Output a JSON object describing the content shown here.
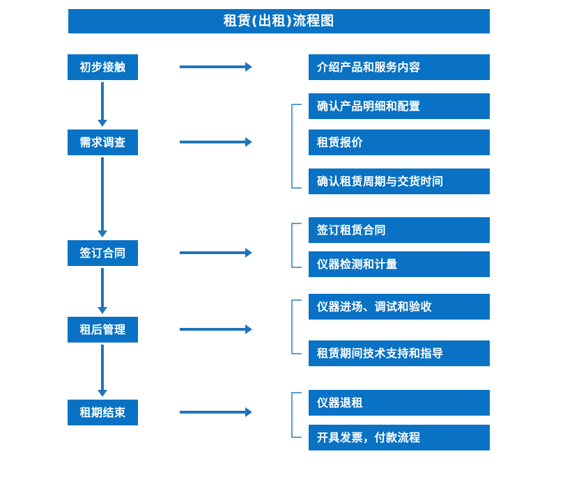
{
  "diagram": {
    "title": "租赁(出租)流程图",
    "colors": {
      "box_blue": "#0a72c4",
      "arrow_blue": "#1F74BC",
      "bracket_blue": "#5B9BD5",
      "text_white": "#ffffff",
      "background": "#ffffff"
    },
    "stages": [
      {
        "id": "stage-1",
        "label": "初步接触"
      },
      {
        "id": "stage-2",
        "label": "需求调查"
      },
      {
        "id": "stage-3",
        "label": "签订合同"
      },
      {
        "id": "stage-4",
        "label": "租后管理"
      },
      {
        "id": "stage-5",
        "label": "租期结束"
      }
    ],
    "details": [
      {
        "id": "detail-1-1",
        "label": "介绍产品和服务内容"
      },
      {
        "id": "detail-2-1",
        "label": "确认产品明细和配置"
      },
      {
        "id": "detail-2-2",
        "label": "租赁报价"
      },
      {
        "id": "detail-2-3",
        "label": "确认租赁周期与交货时间"
      },
      {
        "id": "detail-3-1",
        "label": "签订租赁合同"
      },
      {
        "id": "detail-3-2",
        "label": "仪器检测和计量"
      },
      {
        "id": "detail-4-1",
        "label": "仪器进场、调试和验收"
      },
      {
        "id": "detail-4-2",
        "label": "租赁期间技术支持和指导"
      },
      {
        "id": "detail-5-1",
        "label": "仪器退租"
      },
      {
        "id": "detail-5-2",
        "label": "开具发票，付款流程"
      }
    ],
    "connectors": {
      "right_arrow_icon": "arrow-right-icon",
      "down_arrow_icon": "arrow-down-icon",
      "bracket_icon": "group-bracket-icon"
    }
  }
}
